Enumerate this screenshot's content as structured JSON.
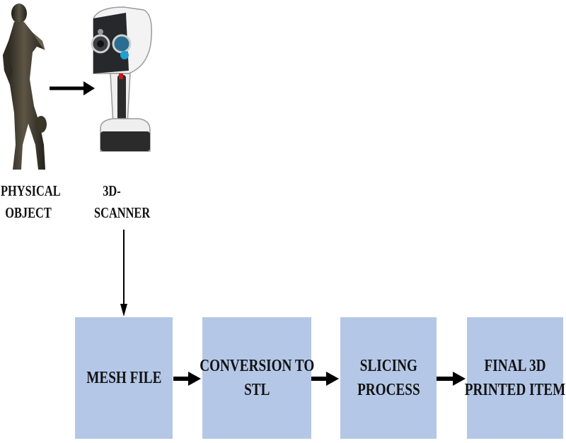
{
  "diagram": {
    "colors": {
      "box_fill": "#b4c7e7",
      "arrow": "#000000"
    },
    "icons": {
      "object": "statue-illustration",
      "scanner": "handheld-3d-scanner-illustration"
    },
    "labels": {
      "physical_object": [
        "PHYSICAL",
        "OBJECT"
      ],
      "scanner": [
        "3D-",
        "SCANNER"
      ]
    },
    "steps": [
      {
        "lines": [
          "MESH FILE"
        ]
      },
      {
        "lines": [
          "CONVERSION TO",
          "STL"
        ]
      },
      {
        "lines": [
          "SLICING",
          "PROCESS"
        ]
      },
      {
        "lines": [
          "FINAL 3D",
          "PRINTED ITEM"
        ]
      }
    ]
  }
}
